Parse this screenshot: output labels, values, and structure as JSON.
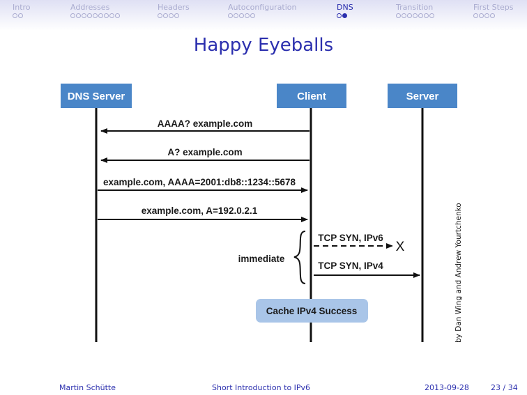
{
  "nav": {
    "sections": [
      {
        "label": "Intro",
        "dots": 2,
        "current": -1
      },
      {
        "label": "Addresses",
        "dots": 9,
        "current": -1
      },
      {
        "label": "Headers",
        "dots": 4,
        "current": -1
      },
      {
        "label": "Autoconfiguration",
        "dots": 5,
        "current": -1
      },
      {
        "label": "DNS",
        "dots": 2,
        "current": 1
      },
      {
        "label": "Transition",
        "dots": 7,
        "current": -1
      },
      {
        "label": "First Steps",
        "dots": 4,
        "current": -1
      }
    ]
  },
  "slide": {
    "title": "Happy Eyeballs"
  },
  "diagram": {
    "actors": {
      "dns_server": "DNS Server",
      "client": "Client",
      "server": "Server"
    },
    "messages": {
      "m1": "AAAA? example.com",
      "m2": "A? example.com",
      "m3": "example.com, AAAA=2001:db8::1234::5678",
      "m4": "example.com, A=192.0.2.1",
      "m5": "TCP SYN, IPv6",
      "m6": "TCP SYN, IPv4"
    },
    "fail_mark": "X",
    "brace_label": "immediate",
    "result": "Cache IPv4 Success",
    "credit": "by Dan Wing and Andrew Yourtchenko",
    "colors": {
      "actor_box": "#4a86c8",
      "result_box": "#a9c5e8",
      "theme": "#2b2fae"
    }
  },
  "footer": {
    "author": "Martin Schütte",
    "talk_title": "Short Introduction to IPv6",
    "date": "2013-09-28",
    "page": "23 / 34"
  }
}
